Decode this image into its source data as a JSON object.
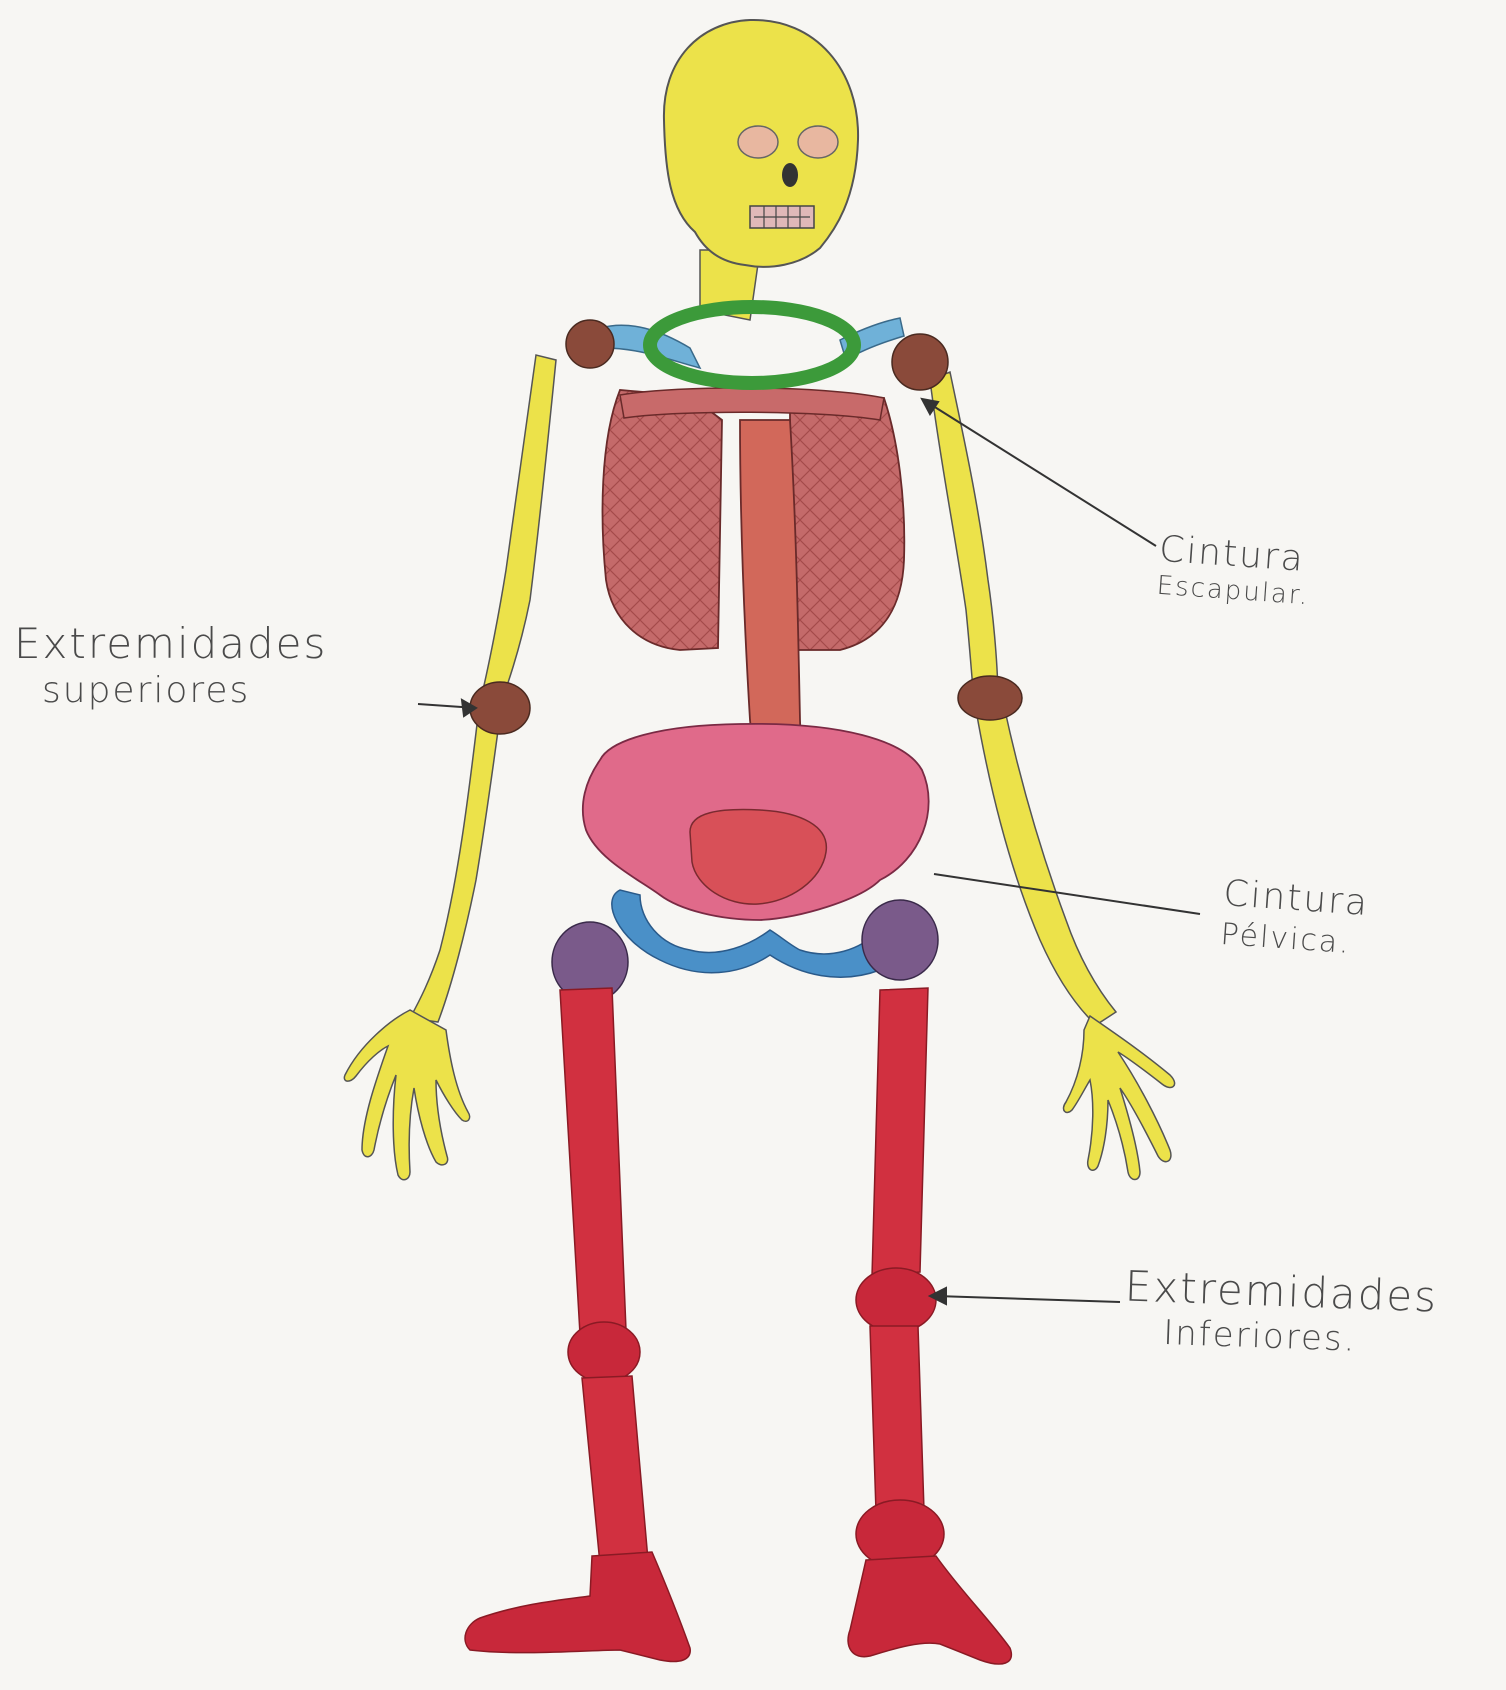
{
  "labels": {
    "superiores": {
      "line1": "Extremidades",
      "line2": "superiores"
    },
    "escapular": {
      "line1": "Cintura",
      "line2": "Escapular."
    },
    "pelvica": {
      "line1": "Cintura",
      "line2": "Pélvica."
    },
    "inferiores": {
      "line1": "Extremidades",
      "line2": "Inferiores."
    }
  },
  "colors": {
    "paper": "#f7f6f3",
    "bone_yellow": "#ece24a",
    "joint_brown": "#8a4a3a",
    "ribs": "#c46a6a",
    "pelvis_pink": "#e06a8a",
    "clavicle_blue": "#6fb1d8",
    "collar_green": "#3c9a3a",
    "hip_purple": "#7a5a8a",
    "legs_red": "#d13040",
    "pelvis_blue": "#4a90c8",
    "ink": "#333333"
  }
}
